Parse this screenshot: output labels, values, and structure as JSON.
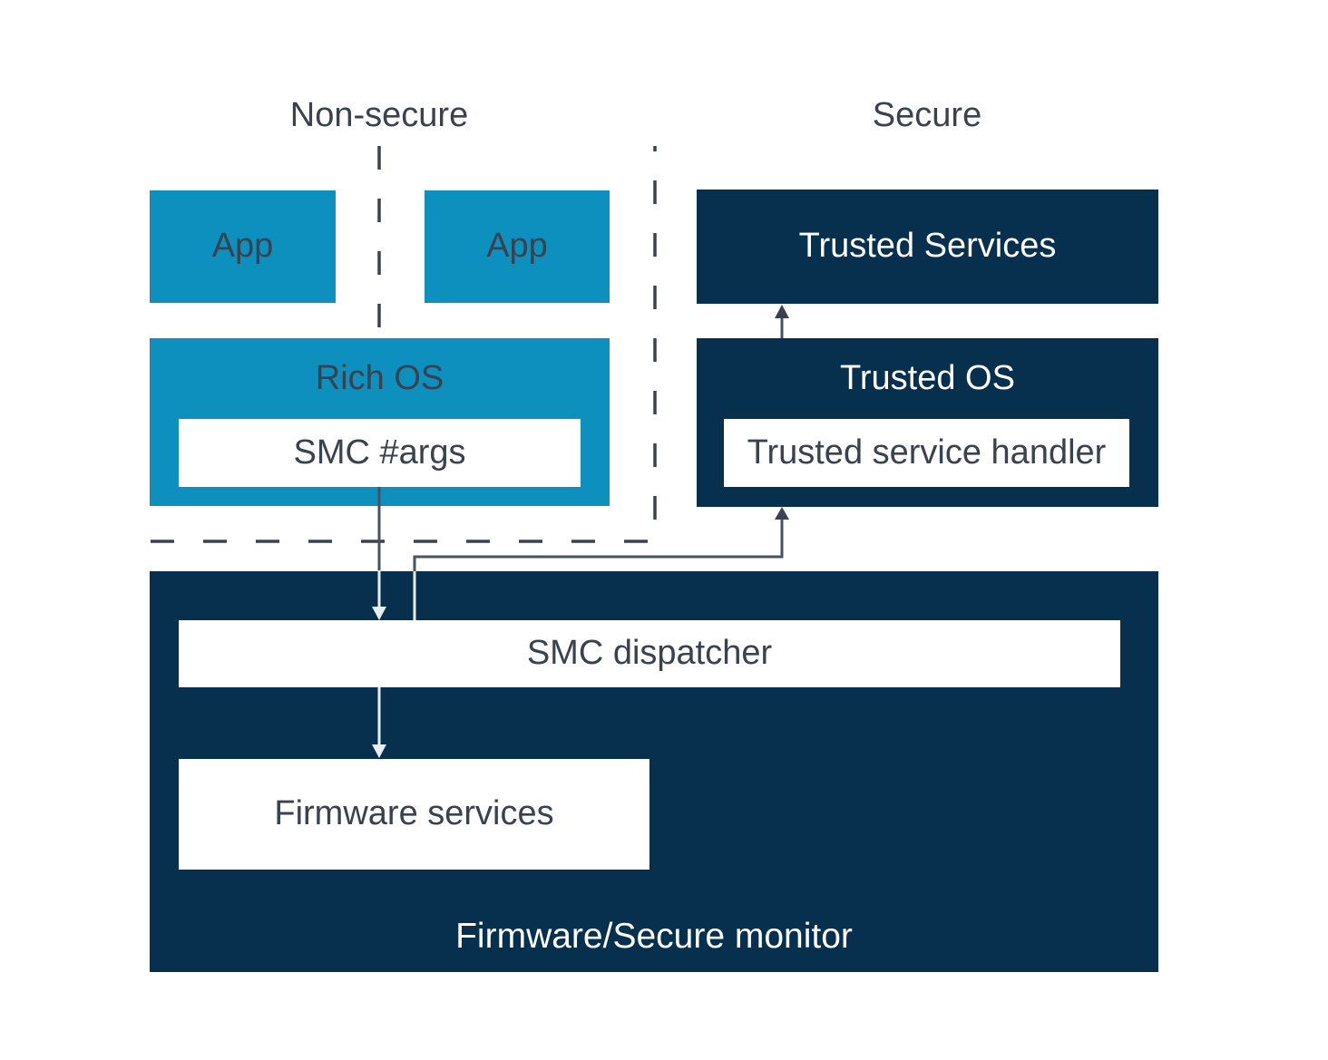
{
  "diagram": {
    "zone_labels": {
      "non_secure": "Non-secure",
      "secure": "Secure"
    },
    "nodes": {
      "app1": "App",
      "app2": "App",
      "rich_os": "Rich OS",
      "smc_args": "SMC #args",
      "trusted_services": "Trusted Services",
      "trusted_os": "Trusted OS",
      "trusted_service_handler": "Trusted service handler",
      "smc_dispatcher": "SMC dispatcher",
      "firmware_services": "Firmware services",
      "firmware_monitor": "Firmware/Secure monitor"
    },
    "arrows": [
      {
        "from": "smc_args",
        "to": "smc_dispatcher"
      },
      {
        "from": "smc_dispatcher",
        "to": "firmware_services"
      },
      {
        "from": "smc_dispatcher",
        "to": "trusted_service_handler"
      },
      {
        "from": "trusted_os",
        "to": "trusted_services"
      }
    ]
  },
  "colors": {
    "teal": "#0E90BE",
    "navy": "#07304F",
    "text_dark": "#39424E",
    "text_light": "#FFFFFF",
    "arrow_dark": "#47525E",
    "arrowhead_dark": "#39424E",
    "arrow_light": "#E8EDF0",
    "dash": "#39424E",
    "bg": "#FFFFFF"
  }
}
